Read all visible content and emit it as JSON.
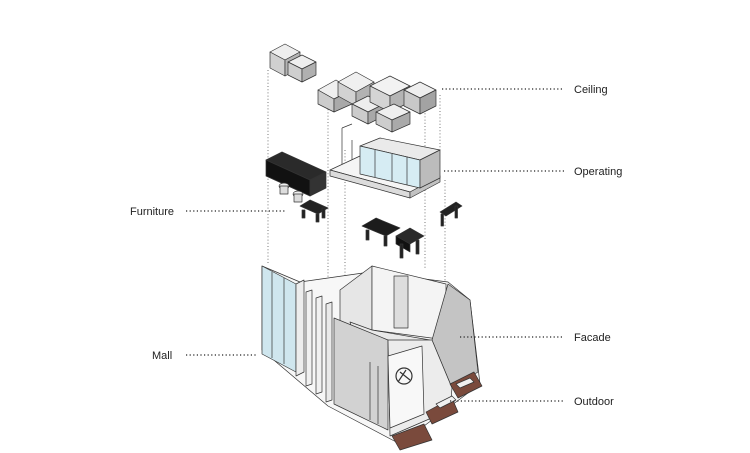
{
  "labels": {
    "ceiling": "Ceiling",
    "operating": "Operating",
    "furniture": "Furniture",
    "facade": "Facade",
    "mall": "Mall",
    "outdoor": "Outdoor"
  },
  "colors": {
    "line": "#333333",
    "glass": "#cfe6ee",
    "wall": "#f2f2f2",
    "shade": "#c9c9c9",
    "dark": "#1a1a1a",
    "outdoor_floor": "#7a4a3c"
  }
}
